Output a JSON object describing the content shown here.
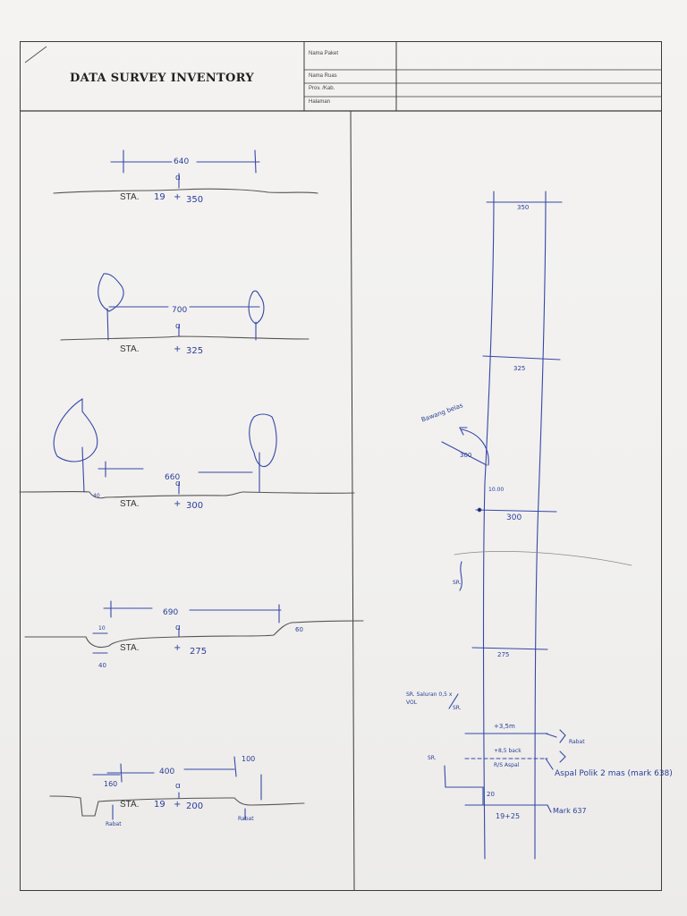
{
  "header": {
    "title": "DATA SURVEY INVENTORY",
    "fields": [
      {
        "label": "Nama Paket"
      },
      {
        "label": "Nama Ruas"
      },
      {
        "label": "Prov. /Kab."
      },
      {
        "label": "Halaman"
      }
    ]
  },
  "sections": [
    {
      "sta_label": "STA.",
      "km": "19",
      "plus": "+",
      "offset": "350",
      "width": "640"
    },
    {
      "sta_label": "STA.",
      "km": "",
      "plus": "+",
      "offset": "325",
      "width": "700"
    },
    {
      "sta_label": "STA.",
      "km": "",
      "plus": "+",
      "offset": "300",
      "width": "660",
      "side": "40"
    },
    {
      "sta_label": "STA.",
      "km": "",
      "plus": "+",
      "offset": "275",
      "width": "690",
      "side_left": "40",
      "side_left_top": "10",
      "side_right": "60"
    },
    {
      "sta_label": "STA.",
      "km": "19",
      "plus": "+",
      "offset": "200",
      "width": "400",
      "side_left": "160",
      "side_right": "100",
      "ditch_left": "Rabat",
      "ditch_right": "Rabat"
    }
  ],
  "plan": {
    "stations": [
      "350",
      "325",
      "300",
      "275"
    ],
    "branch_label": "Bawang belas",
    "branch_dist": "300",
    "branch_offset": "10.00",
    "sr_label_mid": "SR.",
    "culvert_note": "SR. Saluran 0,5 x VOL",
    "culvert_sr": "SR.",
    "dim_a": "+3,5m",
    "dim_b": "+8,5 back",
    "dim_c": "R/S Aspal",
    "bracket_note": "Rabat",
    "aspal_note": "Aspal Polik 2 mas (mark 638)",
    "sr_left": "SR.",
    "left_dist": "20",
    "end_station": "19+25",
    "mark_end": "Mark 637"
  }
}
